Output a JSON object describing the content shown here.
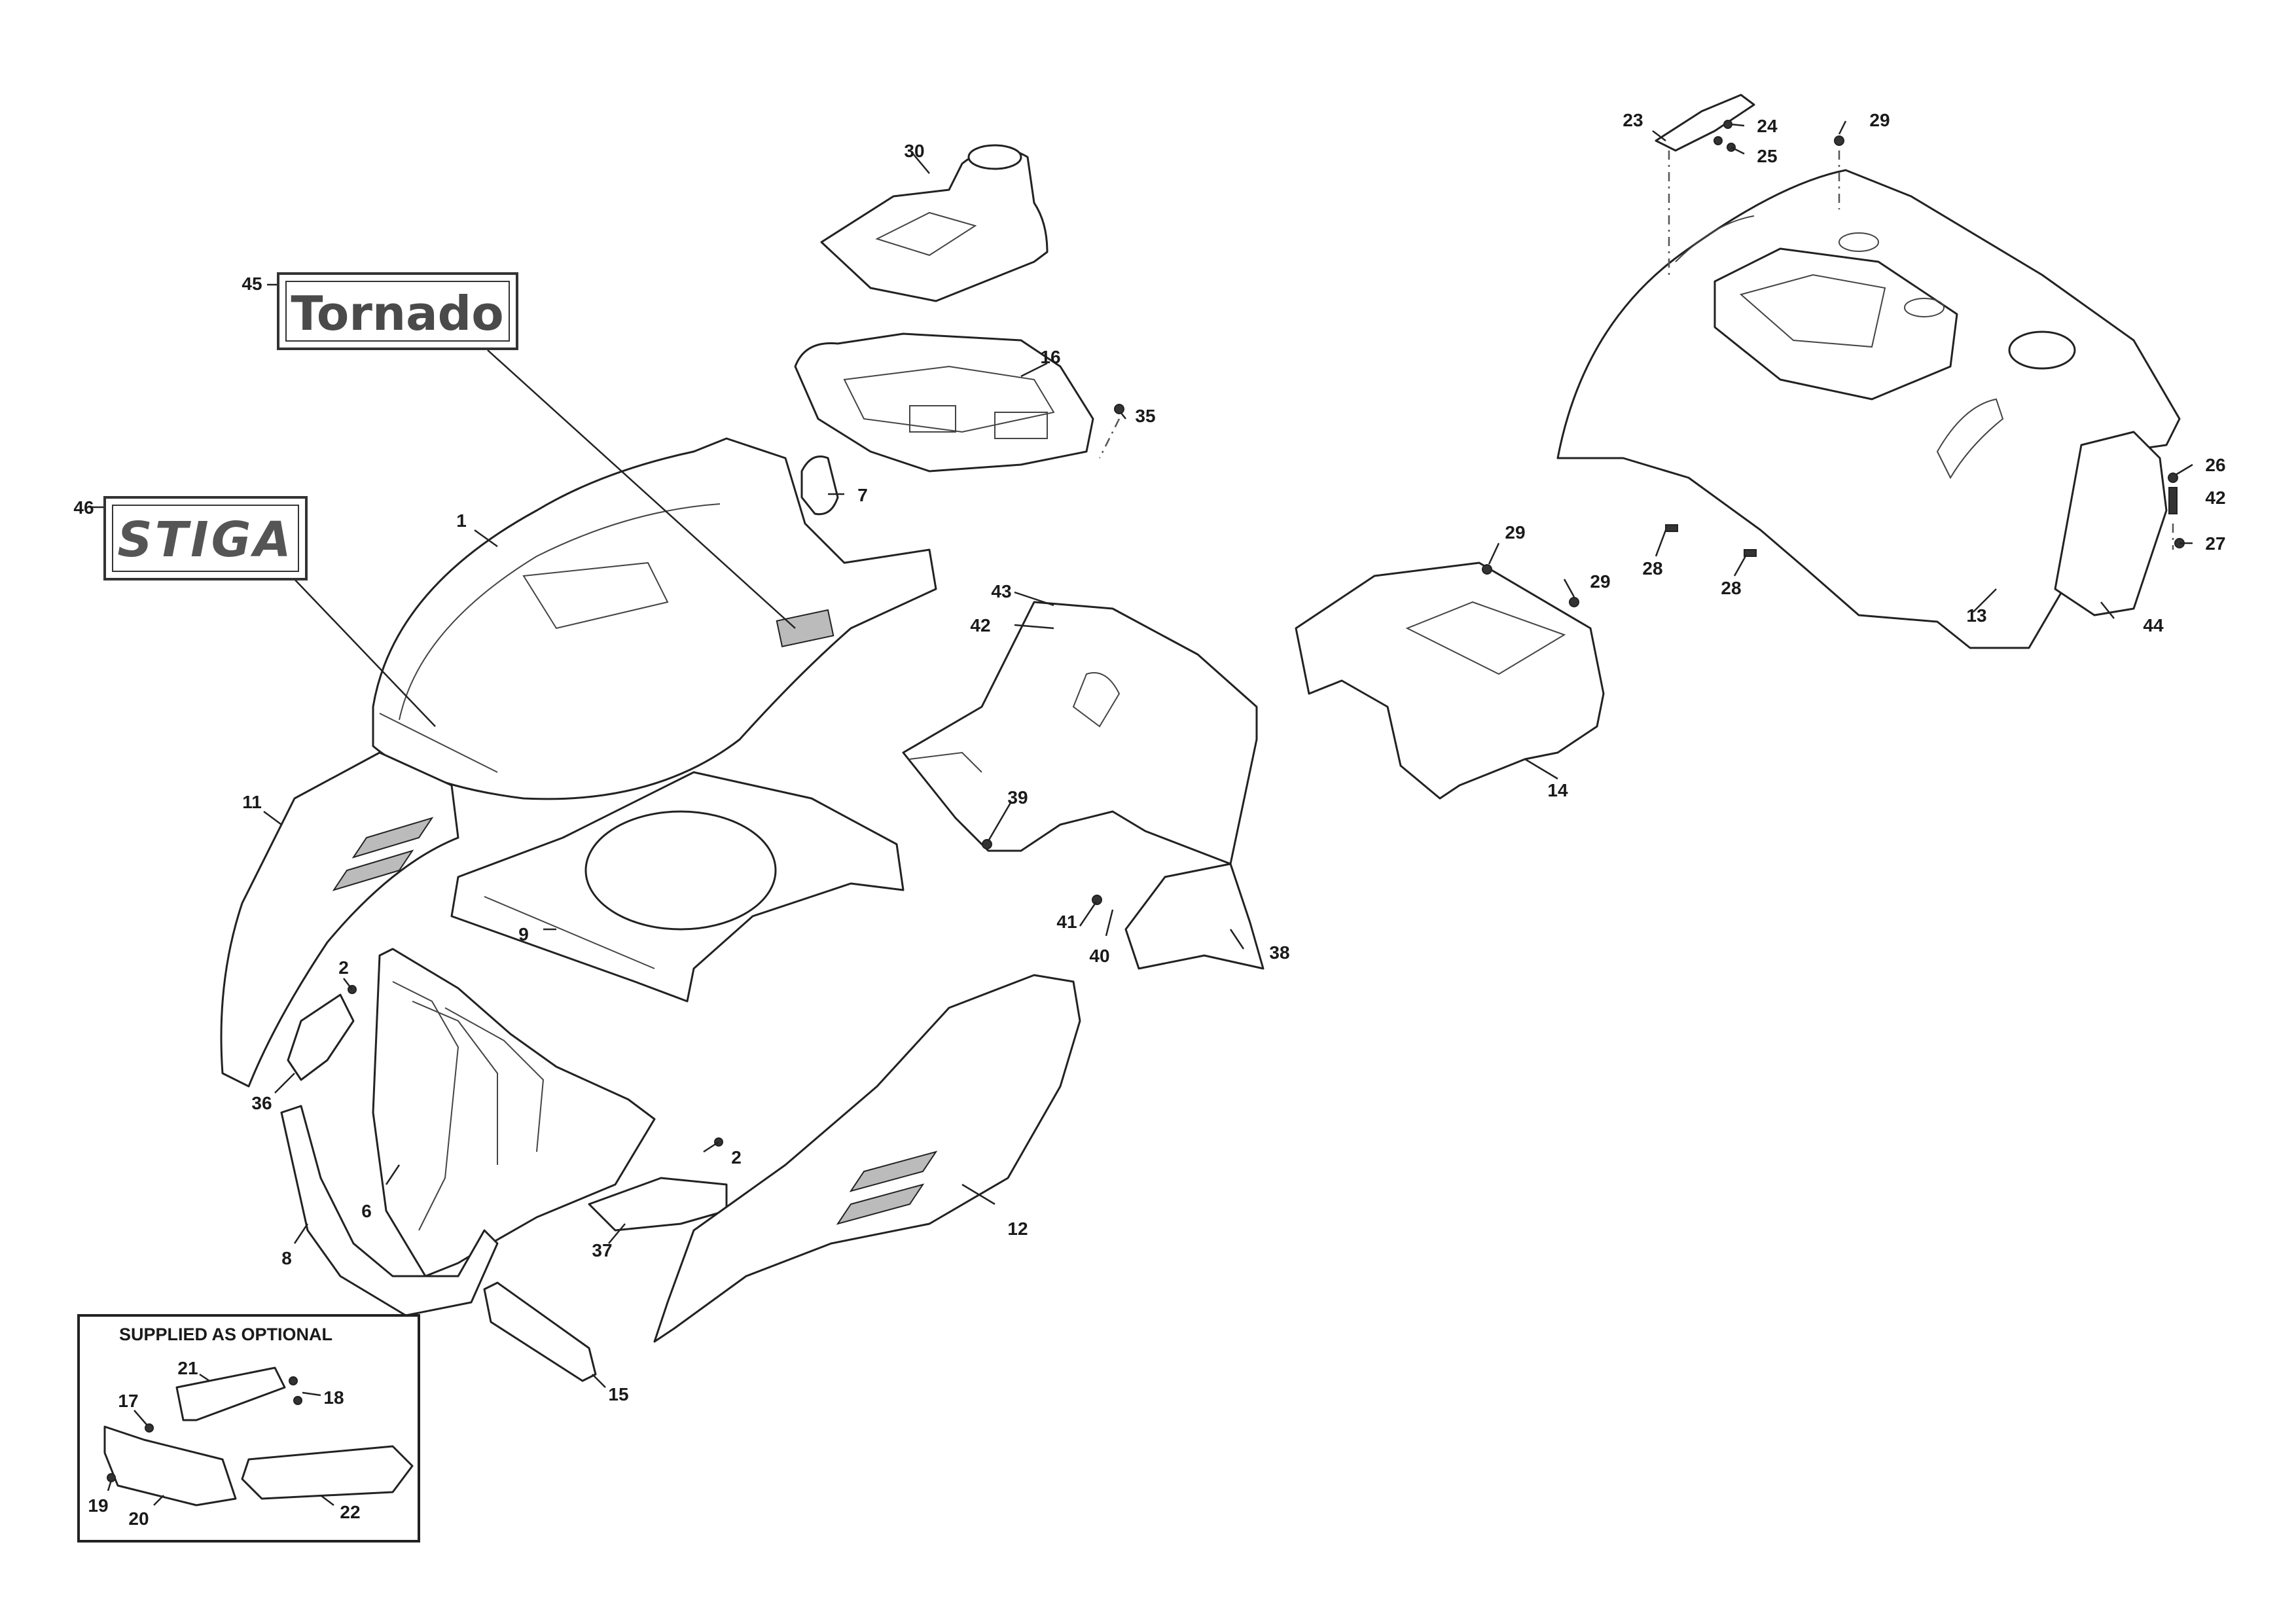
{
  "labels": {
    "p1": "1",
    "p2a": "2",
    "p2b": "2",
    "p6": "6",
    "p7": "7",
    "p8": "8",
    "p9": "9",
    "p11": "11",
    "p12": "12",
    "p13": "13",
    "p14": "14",
    "p15": "15",
    "p16": "16",
    "p17": "17",
    "p18": "18",
    "p19": "19",
    "p20": "20",
    "p21": "21",
    "p22": "22",
    "p23": "23",
    "p24": "24",
    "p25": "25",
    "p26": "26",
    "p27": "27",
    "p28a": "28",
    "p28b": "28",
    "p29a": "29",
    "p29b": "29",
    "p29c": "29",
    "p30": "30",
    "p35": "35",
    "p36": "36",
    "p37": "37",
    "p38": "38",
    "p39": "39",
    "p40": "40",
    "p41": "41",
    "p42a": "42",
    "p42b": "42",
    "p43": "43",
    "p44": "44",
    "p45": "45",
    "p46": "46"
  },
  "decals": {
    "tornado": "Tornado",
    "stiga": "STIGA"
  },
  "optional_box": {
    "title": "SUPPLIED AS OPTIONAL"
  }
}
